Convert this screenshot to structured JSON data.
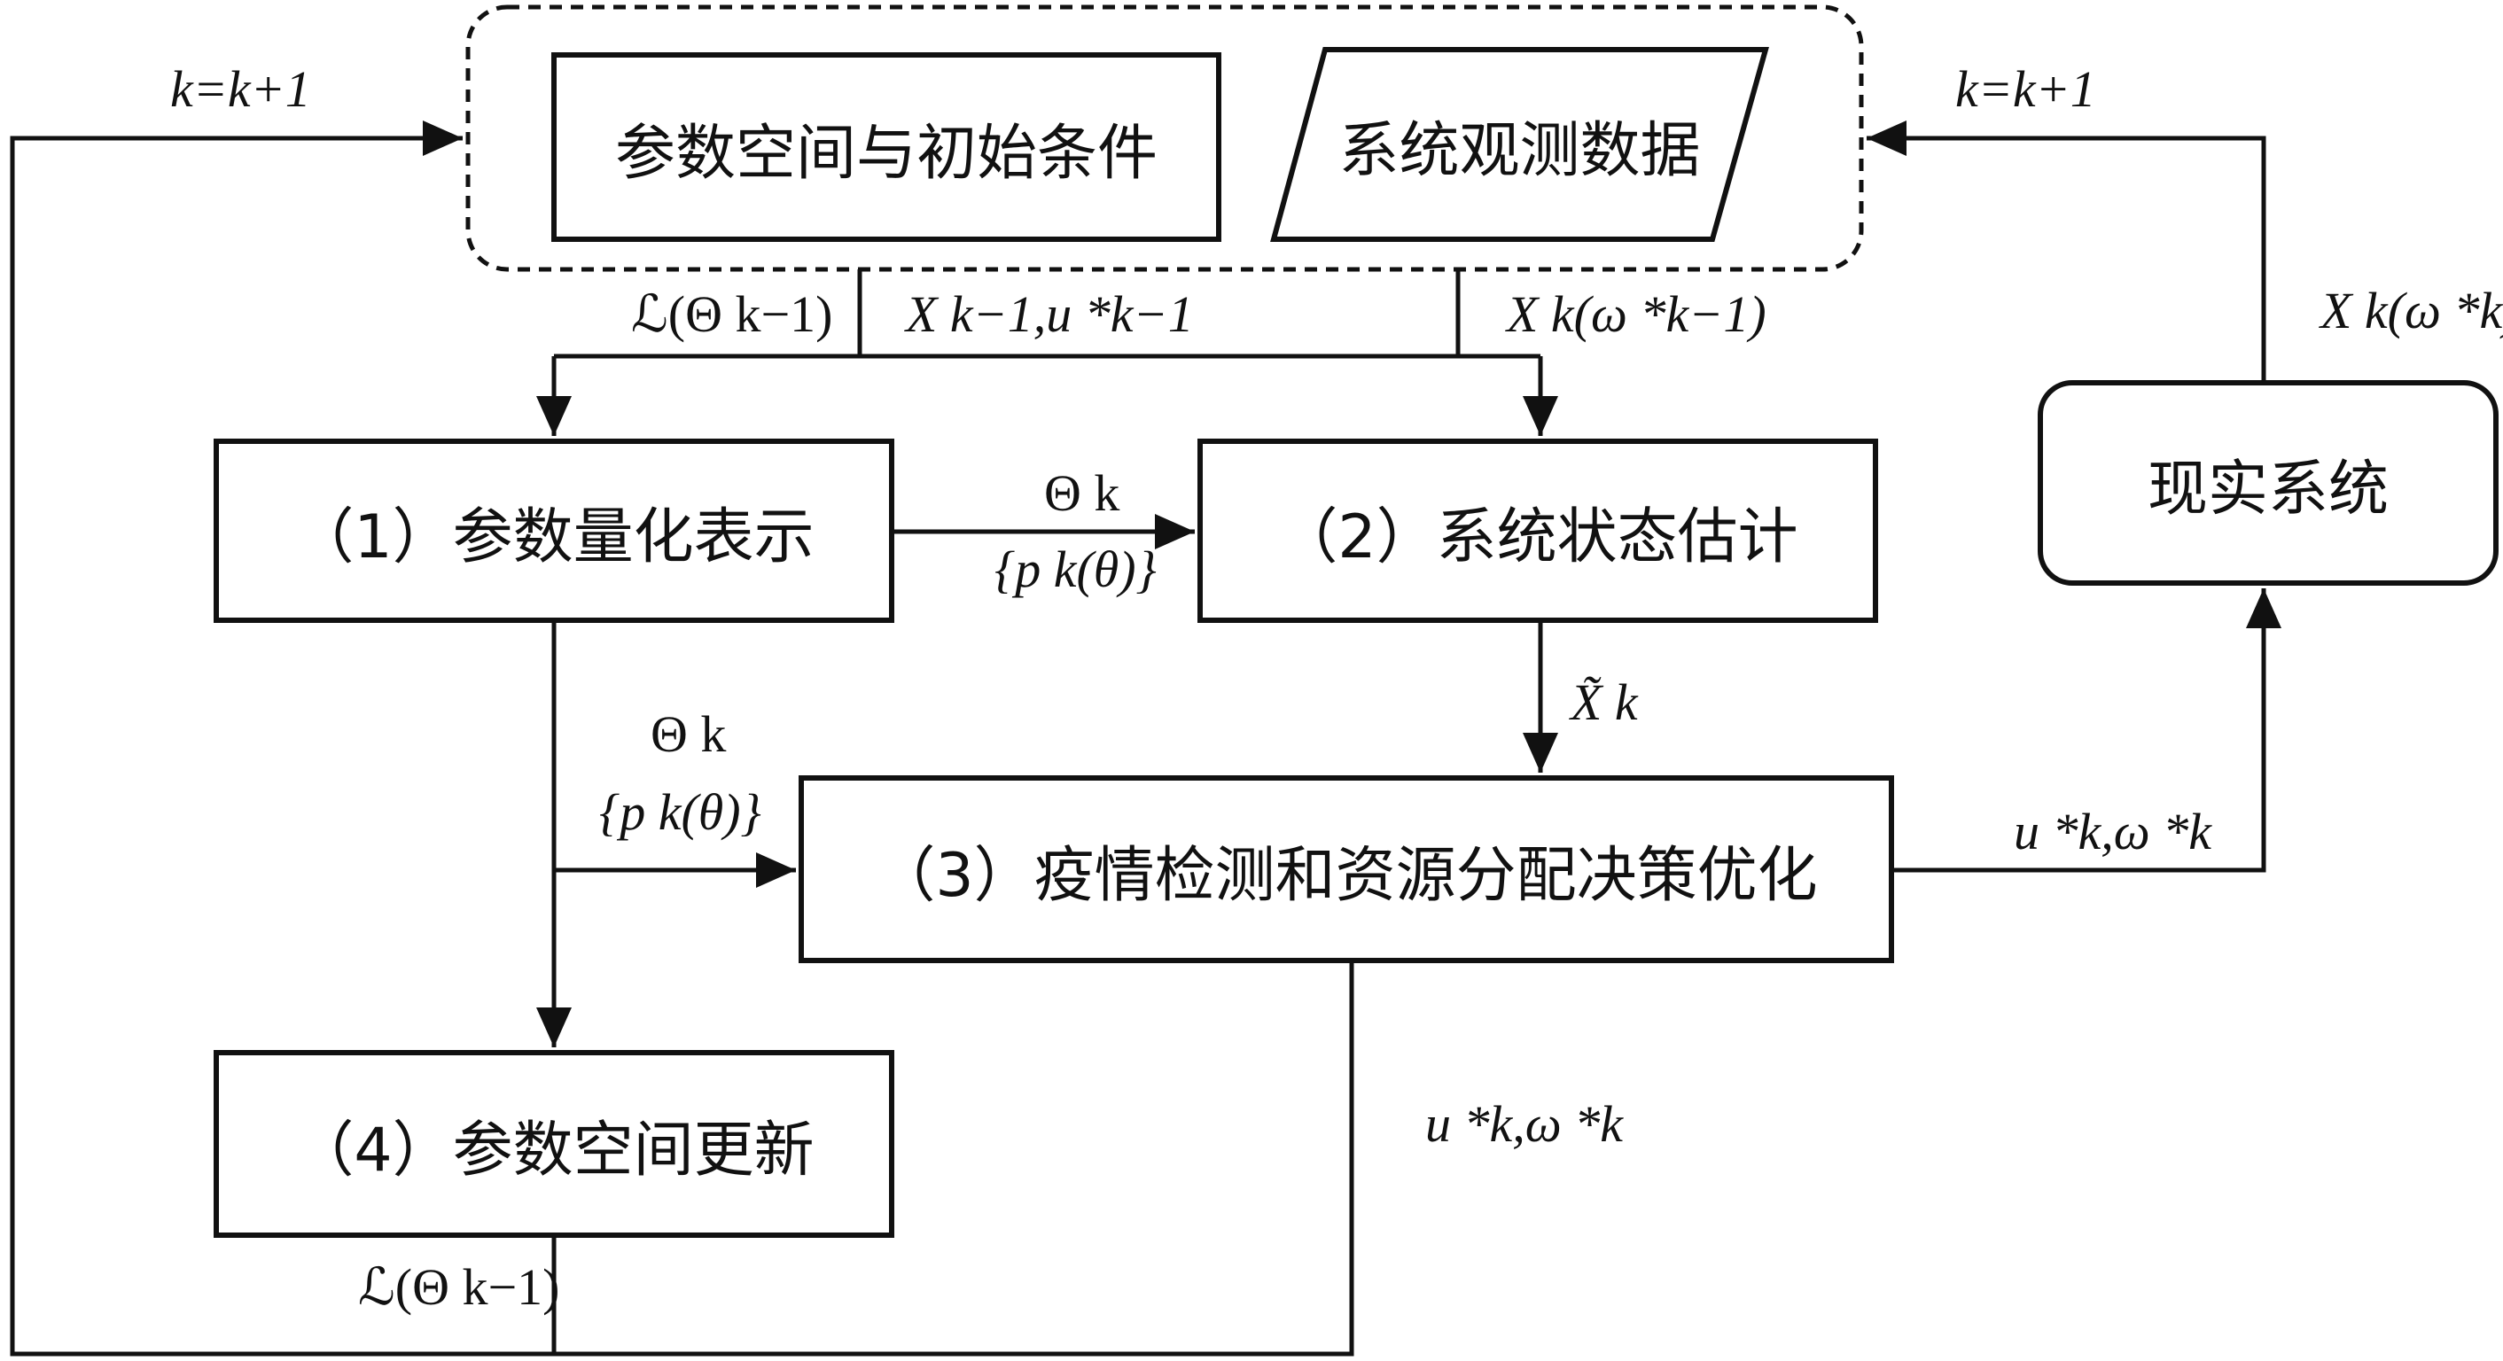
{
  "nodes": {
    "param_space": "参数空间与初始条件",
    "observation": "系统观测数据",
    "step1": "（1）参数量化表示",
    "step2": "（2）系统状态估计",
    "step3": "（3）疫情检测和资源分配决策优化",
    "step4": "（4）参数空间更新",
    "real_system": "现实系统"
  },
  "labels": {
    "k_update_left": "k=k+1",
    "k_update_right": "k=k+1",
    "likelihood_top": "ℒ(Θ k−1)",
    "state_input": "X k−1,u *k−1",
    "obs_input": "X k(ω *k−1)",
    "real_output": "X k(ω *k)",
    "theta_12": "Θ k",
    "pk_12": "{p k(θ)}",
    "theta_13": "Θ k",
    "pk_13": "{p k(θ)}",
    "xtilde": "X̃ k",
    "decision_right": "u *k,ω *k",
    "decision_bottom": "u *k,ω *k",
    "likelihood_bottom": "ℒ(Θ k−1)"
  }
}
